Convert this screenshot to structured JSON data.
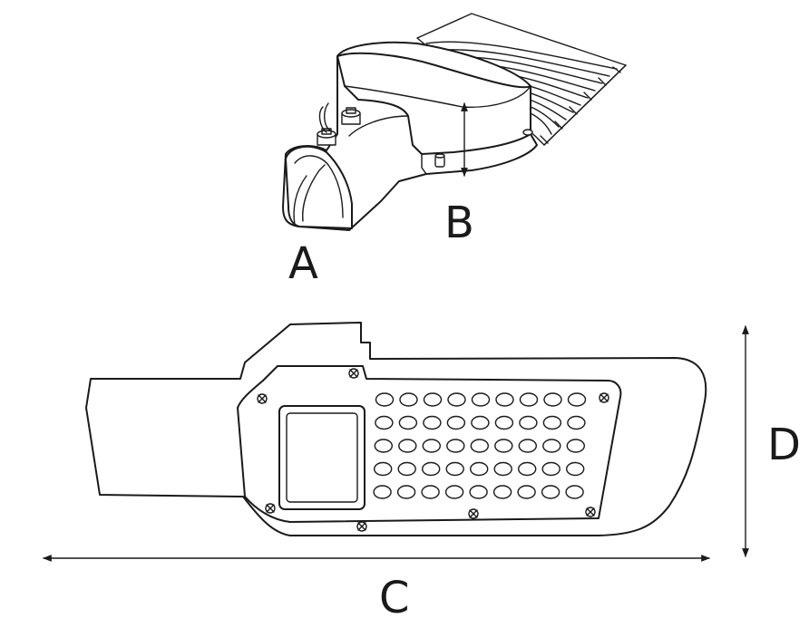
{
  "labels": {
    "a": "A",
    "b": "B",
    "c": "C",
    "d": "D"
  },
  "led_grid": {
    "rows": 5,
    "cols": 9
  },
  "colors": {
    "ink": "#1a1a1a",
    "background": "#ffffff"
  }
}
